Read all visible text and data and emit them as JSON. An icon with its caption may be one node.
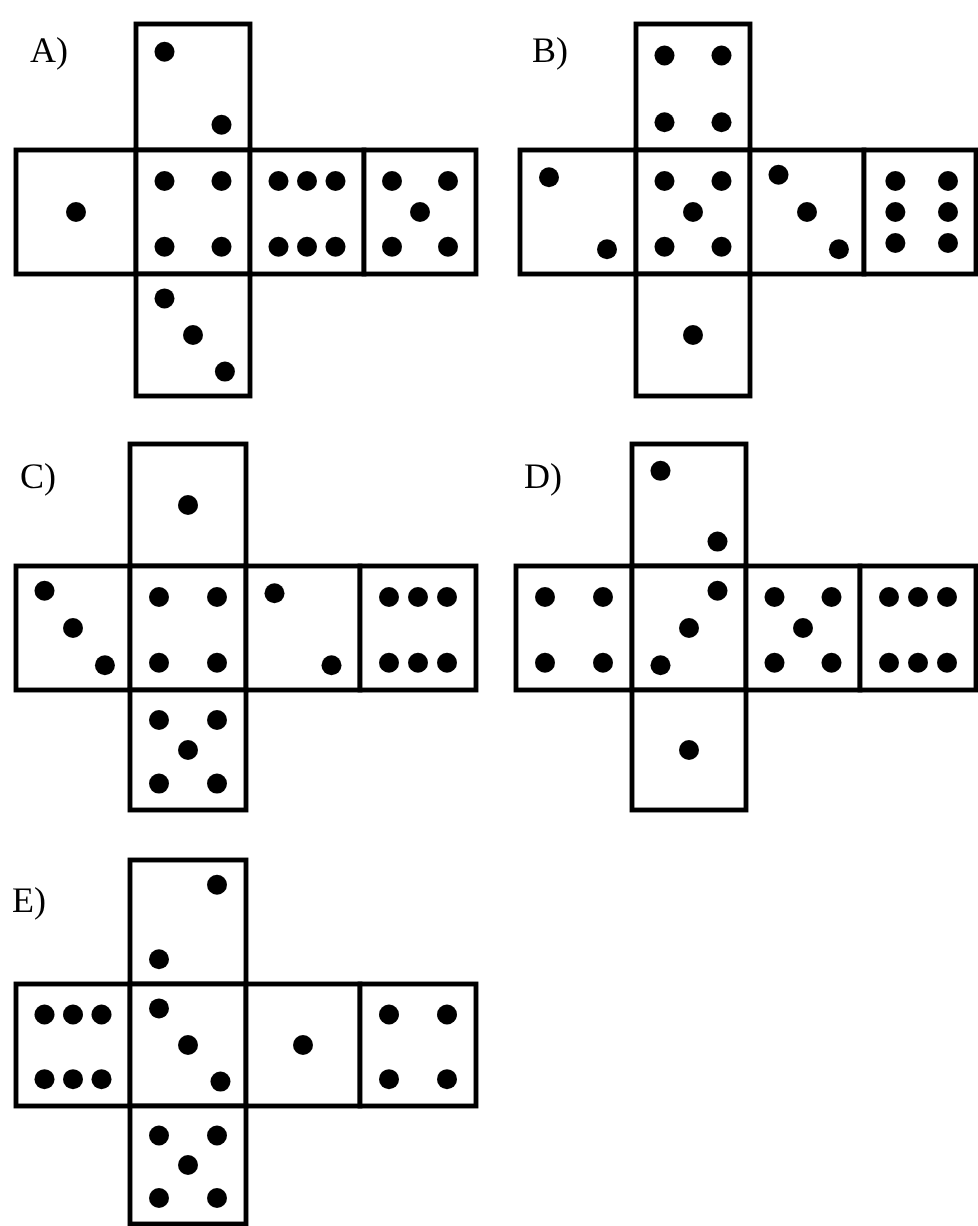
{
  "diagram": {
    "labels": [
      "A)",
      "B)",
      "C)",
      "D)",
      "E)"
    ]
  }
}
